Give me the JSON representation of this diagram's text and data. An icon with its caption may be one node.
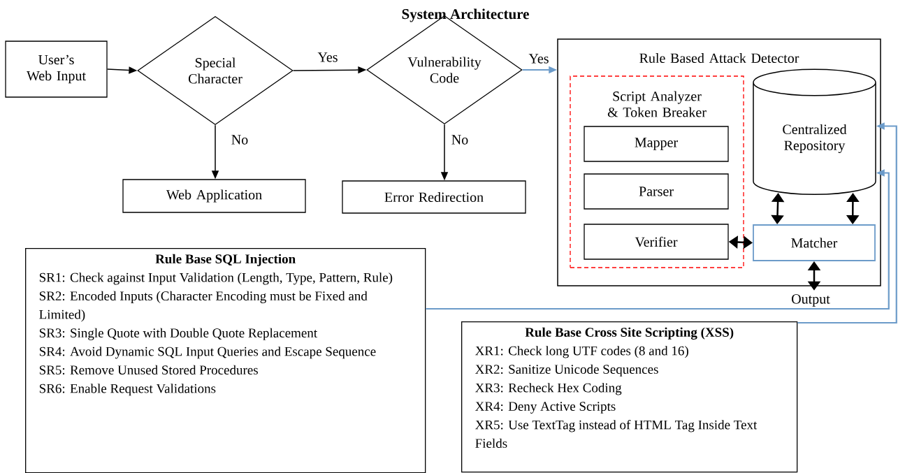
{
  "diagram": {
    "title": "System Architecture",
    "nodes": [
      {
        "text": [
          "User’s Web Input"
        ]
      },
      {
        "text": [
          "Special Character"
        ]
      },
      {
        "text": [
          "Vulnerability Code"
        ]
      },
      {
        "text": [
          "Web Application"
        ]
      },
      {
        "text": [
          "Error Redirection"
        ]
      },
      {
        "text": [
          "Rule Based Attack Detector"
        ]
      },
      {
        "text": [
          "Script Analyzer & Token Breaker"
        ],
        "in": 5
      },
      {
        "text": [
          "Mapper"
        ],
        "in": 6
      },
      {
        "text": [
          "Parser"
        ],
        "in": 6
      },
      {
        "text": [
          "Verifier"
        ],
        "in": 6
      },
      {
        "text": [
          "Centralized Repository"
        ],
        "in": 5
      },
      {
        "text": [
          "Matcher"
        ],
        "in": 5
      },
      {
        "text": [
          "Output"
        ]
      },
      {
        "text": [
          "Rule Base SQL Injection",
          "SR1: Check against Input Validation (Length, Type, Pattern, Rule)",
          "SR2: Encoded Inputs (Character Encoding must be Fixed and Limited)",
          "SR3: Single Quote with Double Quote Replacement",
          "SR4: Avoid Dynamic SQL Input Queries and Escape Sequence",
          "SR5: Remove Unused Stored Procedures",
          "SR6: Enable Request Validations"
        ]
      },
      {
        "text": [
          "Rule Base Cross Site Scripting (XSS)",
          "XR1: Check long UTF codes (8 and 16)",
          "XR2: Sanitize Unicode Sequences",
          "XR3: Recheck Hex Coding",
          "XR4: Deny Active Scripts",
          "XR5: Use TextTag instead of HTML Tag Inside Text Fields"
        ]
      }
    ],
    "edges": [
      {
        "from": 0,
        "to": 1,
        "arrow": "to"
      },
      {
        "from": 1,
        "to": 2,
        "arrow": "to",
        "label": "Yes"
      },
      {
        "from": 2,
        "to": 5,
        "arrow": "to",
        "label": "Yes",
        "color": "#6c9bc9"
      },
      {
        "from": 1,
        "to": 3,
        "arrow": "to",
        "label": "No"
      },
      {
        "from": 2,
        "to": 4,
        "arrow": "to",
        "label": "No"
      },
      {
        "from": 9,
        "to": 11,
        "arrow": "both"
      },
      {
        "from": 10,
        "to": 11,
        "arrow": "both"
      },
      {
        "from": 10,
        "to": 11,
        "arrow": "both"
      },
      {
        "from": 11,
        "to": 12,
        "arrow": "both"
      },
      {
        "from": 13,
        "to": 10,
        "arrow": "to",
        "color": "#6c9bc9"
      },
      {
        "from": 14,
        "to": 10,
        "arrow": "to",
        "color": "#6c9bc9"
      }
    ]
  }
}
